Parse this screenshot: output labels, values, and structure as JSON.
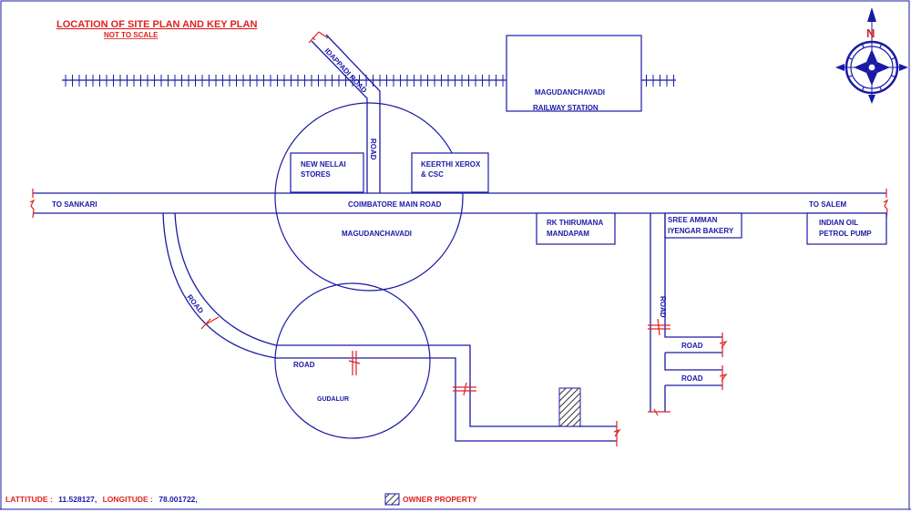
{
  "header": {
    "title": "LOCATION OF SITE PLAN AND KEY PLAN",
    "subtitle": "NOT TO SCALE"
  },
  "compass": {
    "north_label": "N",
    "icon": "compass-rose-icon"
  },
  "railway": {
    "station_line1": "MAGUDANCHAVADI",
    "station_line2": "RAILWAY STATION"
  },
  "roads": {
    "idappadi": "IDAPPADI ROAD",
    "vertical": "ROAD",
    "main": "COIMBATORE MAIN ROAD",
    "to_left": "TO SANKARI",
    "to_right": "TO SALEM",
    "curved": "ROAD",
    "lower": "ROAD",
    "right_vertical": "ROAD",
    "branch_upper": "ROAD",
    "branch_lower": "ROAD"
  },
  "landmarks": {
    "nellai_line1": "NEW NELLAI",
    "nellai_line2": "STORES",
    "xerox_line1": "KEERTHI XEROX",
    "xerox_line2": "& CSC",
    "mandapam_line1": "RK THIRUMANA",
    "mandapam_line2": "MANDAPAM",
    "bakery_line1": "SREE AMMAN",
    "bakery_line2": "IYENGAR BAKERY",
    "petrol_line1": "INDIAN OIL",
    "petrol_line2": "PETROL PUMP"
  },
  "areas": {
    "town": "MAGUDANCHAVADI",
    "village": "GUDALUR"
  },
  "footer": {
    "latitude_label": "LATTITUDE :",
    "latitude_value": "11.528127,",
    "longitude_label": "LONGITUDE :",
    "longitude_value": "78.001722,",
    "legend_label": "OWNER PROPERTY"
  },
  "colors": {
    "line": "#1a1aa6",
    "accent": "#e02020"
  }
}
